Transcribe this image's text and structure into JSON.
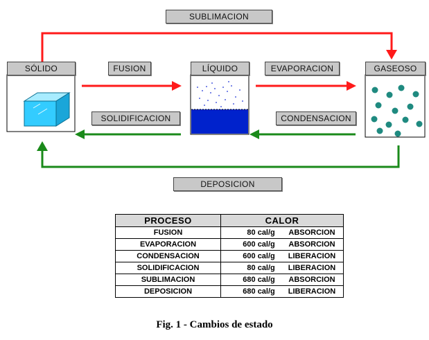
{
  "states": {
    "solido": "SÓLIDO",
    "liquido": "LÍQUIDO",
    "gaseoso": "GASEOSO"
  },
  "processes": {
    "sublimacion": "SUBLIMACION",
    "fusion": "FUSION",
    "evaporacion": "EVAPORACION",
    "solidificacion": "SOLIDIFICACION",
    "condensacion": "CONDENSACION",
    "deposicion": "DEPOSICION"
  },
  "colors": {
    "heat_absorption_arrow": "#ff1a1a",
    "heat_release_arrow": "#1a8a1a",
    "solid_cube": "#33ccff",
    "liquid": "#0022cc",
    "gas_particles": "#1f8a80"
  },
  "icons": {
    "solid": "ice-cube-icon",
    "liquid": "liquid-container-icon",
    "gas": "gas-particles-icon"
  },
  "table": {
    "headers": [
      "PROCESO",
      "CALOR"
    ],
    "rows": [
      {
        "proceso": "FUSION",
        "cantidad": "80 cal/g",
        "tipo": "ABSORCION"
      },
      {
        "proceso": "EVAPORACION",
        "cantidad": "600 cal/g",
        "tipo": "ABSORCION"
      },
      {
        "proceso": "CONDENSACION",
        "cantidad": "600 cal/g",
        "tipo": "LIBERACION"
      },
      {
        "proceso": "SOLIDIFICACION",
        "cantidad": "80 cal/g",
        "tipo": "LIBERACION"
      },
      {
        "proceso": "SUBLIMACION",
        "cantidad": "680 cal/g",
        "tipo": "ABSORCION"
      },
      {
        "proceso": "DEPOSICION",
        "cantidad": "680 cal/g",
        "tipo": "LIBERACION"
      }
    ]
  },
  "caption": "Fig. 1 - Cambios de estado"
}
